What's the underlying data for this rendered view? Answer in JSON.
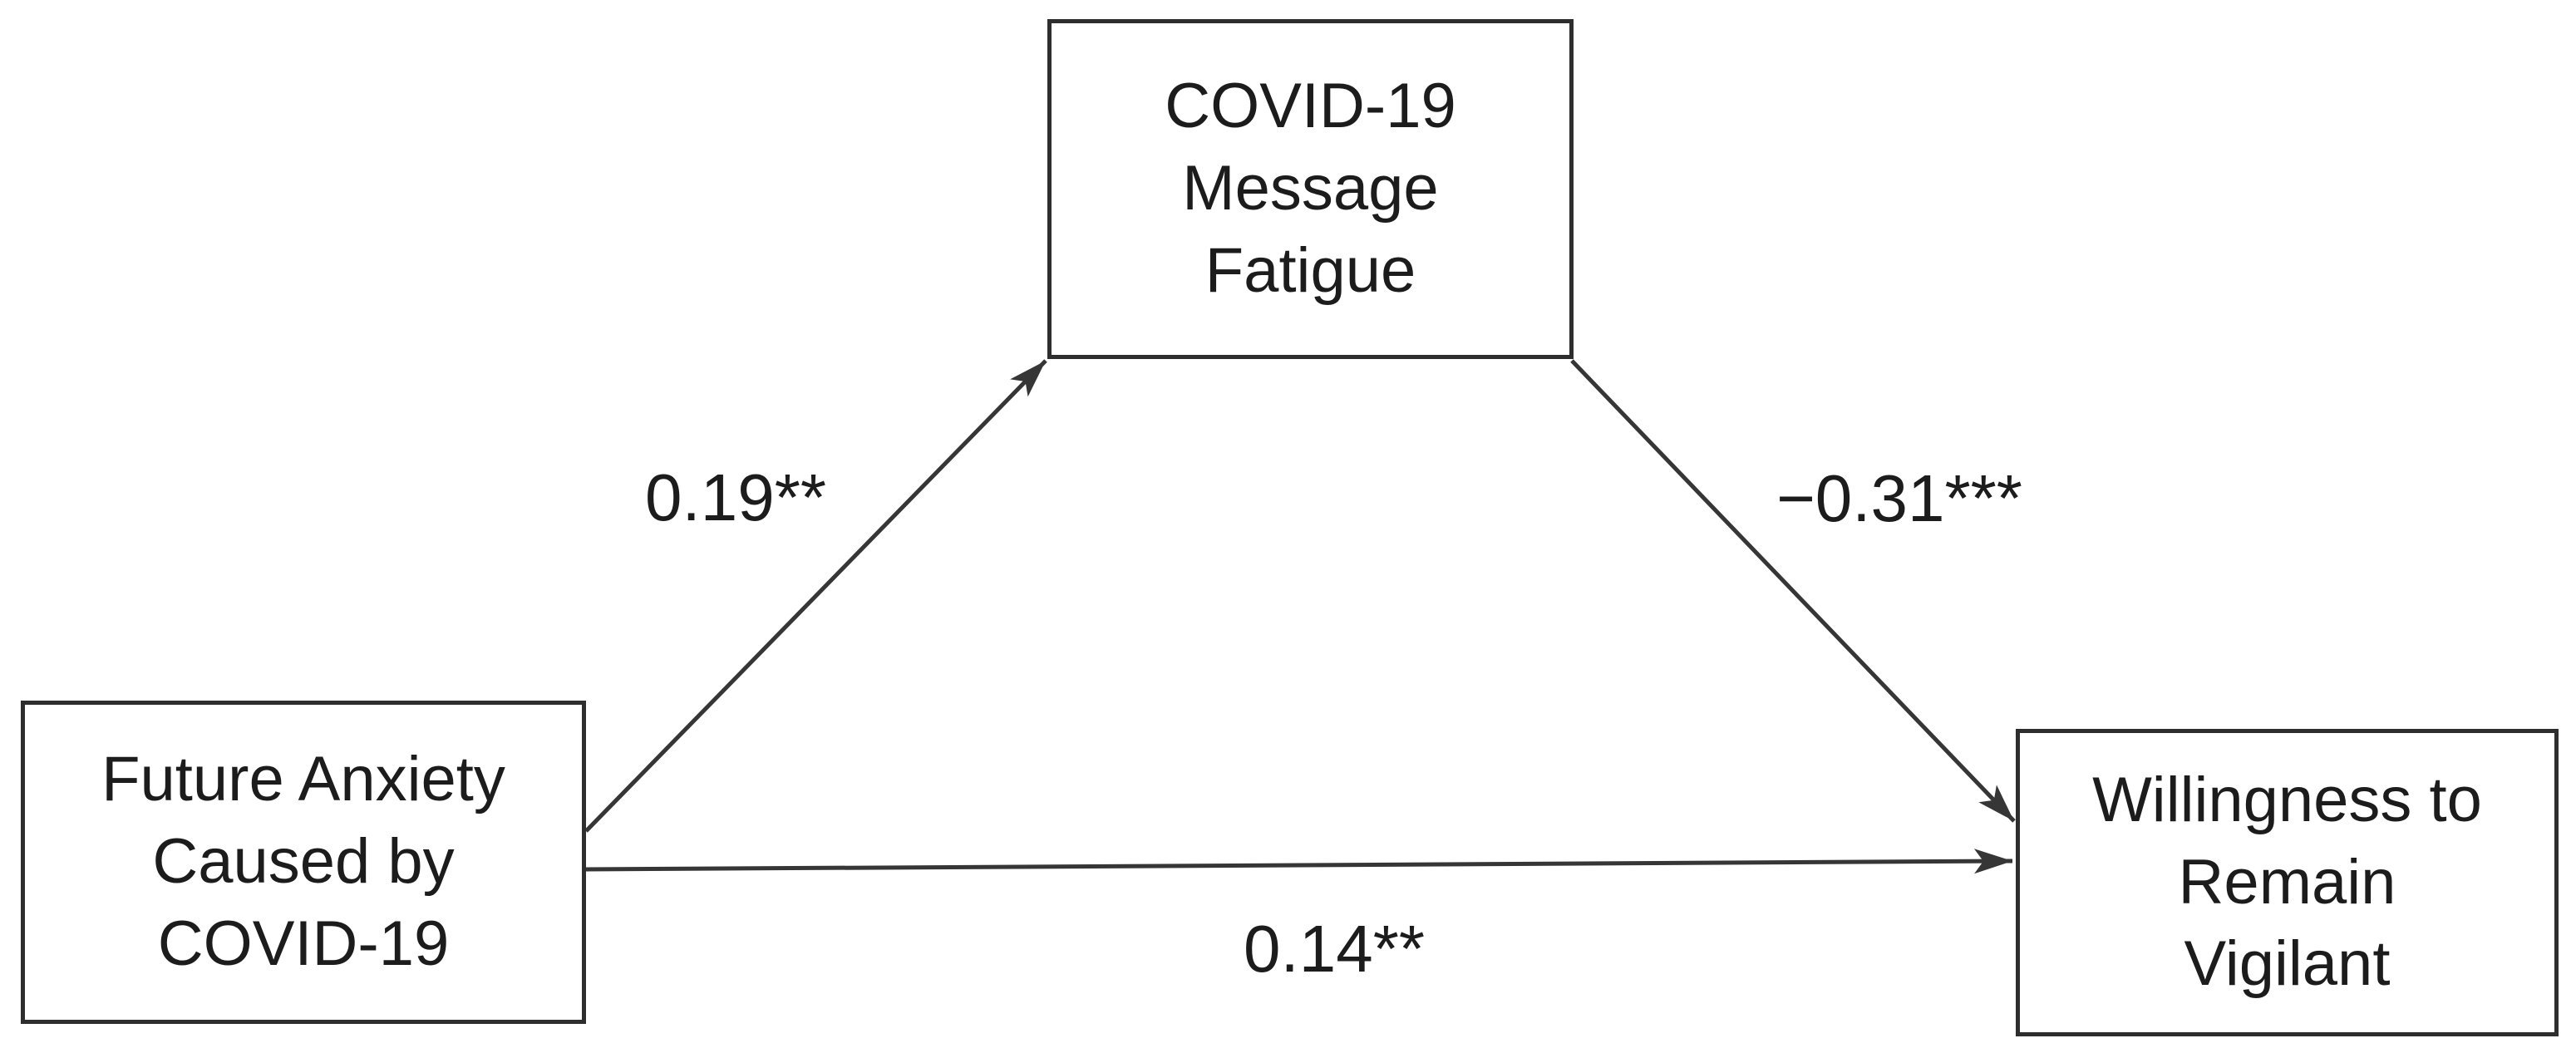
{
  "diagram": {
    "kind": "mediation-path-diagram",
    "boxes": {
      "predictor": {
        "lines": [
          "Future Anxiety",
          "Caused by",
          "COVID-19"
        ]
      },
      "mediator": {
        "lines": [
          "COVID-19",
          "Message",
          "Fatigue"
        ]
      },
      "outcome": {
        "lines": [
          "Willingness to",
          "Remain",
          "Vigilant"
        ]
      }
    },
    "paths": [
      {
        "from": "predictor",
        "to": "mediator",
        "label": "0.19**"
      },
      {
        "from": "mediator",
        "to": "outcome",
        "label": "−0.31***"
      },
      {
        "from": "predictor",
        "to": "outcome",
        "label": "0.14**"
      }
    ],
    "colors": {
      "background": "#ffffff",
      "line": "#363636",
      "border": "#2e2e2e",
      "text": "#1c1c1c"
    }
  }
}
